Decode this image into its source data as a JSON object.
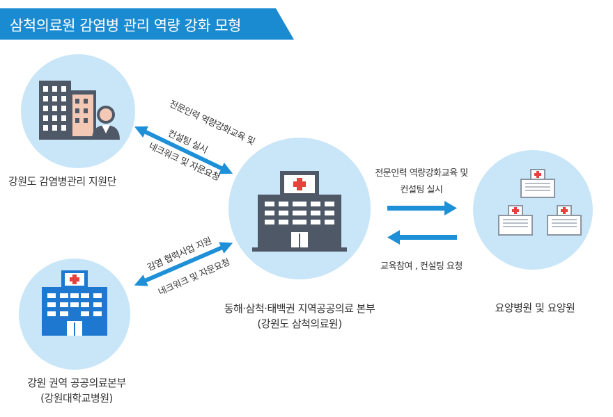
{
  "title": "삼척의료원 감염병 관리 역량 강화 모형",
  "nodes": {
    "support_team": "강원도 감염병관리 지원단",
    "central_hospital_line1": "동해·삼척·태백권 지역공공의료 본부",
    "central_hospital_line2": "(강원도 삼척의료원)",
    "care_facilities": "요양병원 및 요양원",
    "univ_hospital_line1": "강원 권역 공공의료본부",
    "univ_hospital_line2": "(강원대학교병원)"
  },
  "edges": {
    "top_left_line1": "전문인력 역량강화교육 및",
    "top_left_line2": "컨설팅 실시",
    "top_left_line3": "네크워크 및 자문요청",
    "bottom_left_line1": "감염 협력사업 지원",
    "bottom_left_line2": "네크워크 및 자문요청",
    "right_top_line1": "전문인력 역량강화교육 및",
    "right_top_line2": "컨설팅 실시",
    "right_bottom": "교육참여 , 컨설팅 요청"
  },
  "colors": {
    "banner": "#1a8bd0",
    "circle": "#c8e6f8",
    "arrow": "#1e90d8",
    "icon_dark": "#4f5867",
    "hospital_blue": "#1e78d0",
    "red_cross": "#e8403c"
  }
}
